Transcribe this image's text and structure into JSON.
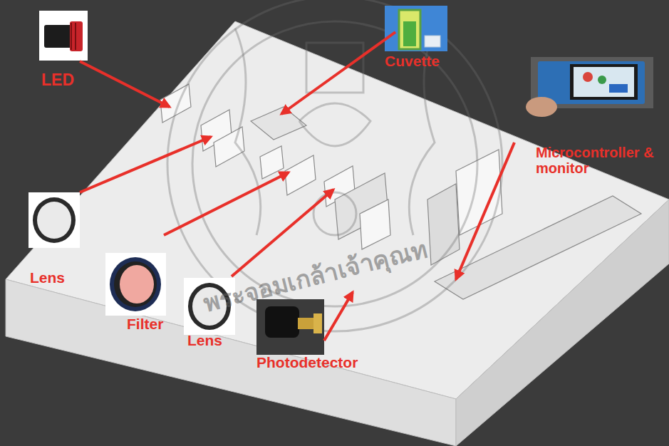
{
  "diagram": {
    "labels": [
      "LED",
      "Cuvette",
      "Microcontroller & monitor",
      "Lens",
      "Filter",
      "Lens",
      "Photodetector",
      "พระจอมเกล้าเจ้าคุณท"
    ]
  }
}
